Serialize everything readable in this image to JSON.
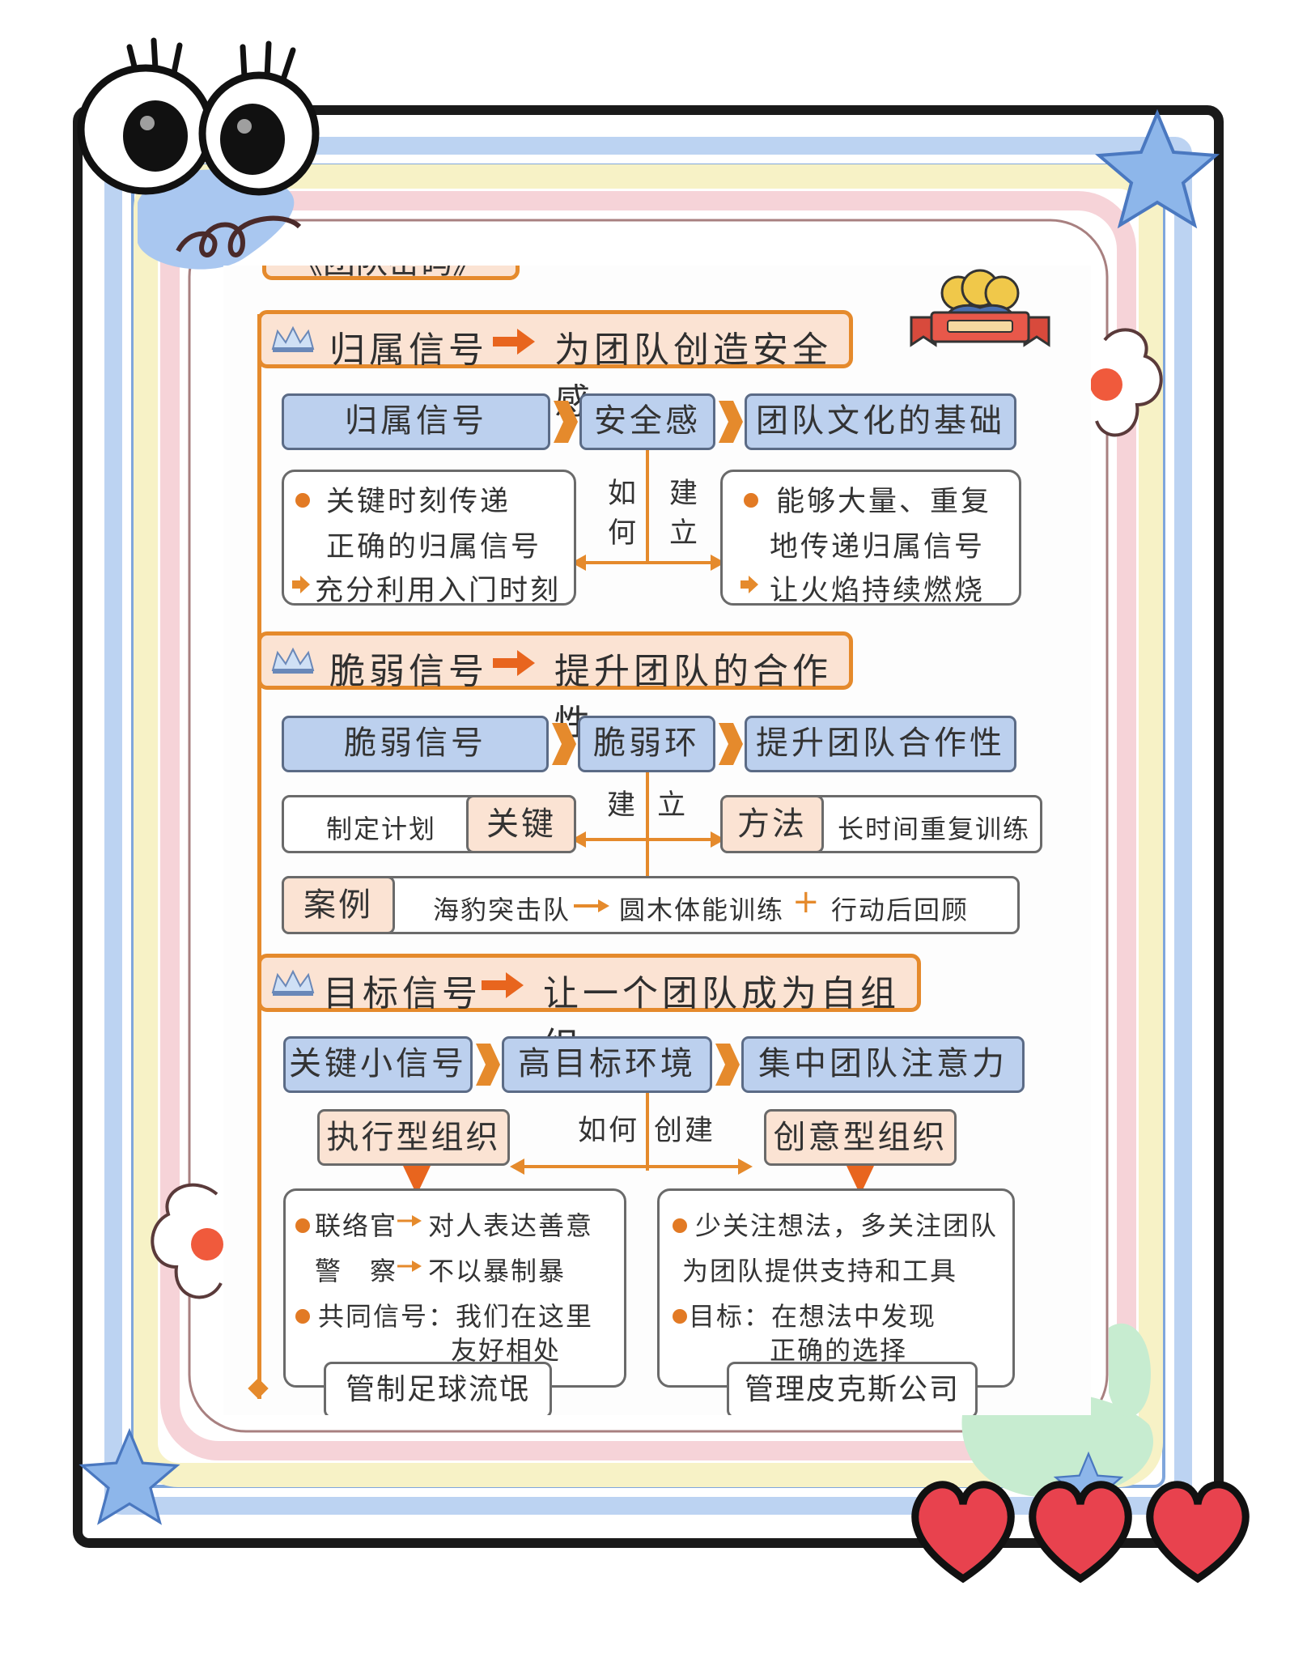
{
  "colors": {
    "accent_orange": "#e58a2c",
    "header_fill": "#fbe3d3",
    "blue_box": "#bcd0ee",
    "heart_red": "#e8424e",
    "star_blue": "#8db6ea"
  },
  "top_header_partial": "《团队密码》",
  "section1": {
    "header_left": "归属信号",
    "header_right": "为团队创造安全感",
    "flow": [
      "归属信号",
      "安全感",
      "团队文化的基础"
    ],
    "center_left": "如何",
    "center_right": "建立",
    "left_points": [
      "关键时刻传递",
      "正确的归属信号",
      "充分利用入门时刻"
    ],
    "right_points": [
      "能够大量、重复",
      "地传递归属信号",
      "让火焰持续燃烧"
    ]
  },
  "section2": {
    "header_left": "脆弱信号",
    "header_right": "提升团队的合作性",
    "flow": [
      "脆弱信号",
      "脆弱环",
      "提升团队合作性"
    ],
    "center_label": "建 立",
    "left_text": "制定计划",
    "left_tag": "关键",
    "right_tag": "方法",
    "right_text": "长时间重复训练",
    "case_tag": "案例",
    "case_items": [
      "海豹突击队",
      "圆木体能训练",
      "+",
      "行动后回顾"
    ]
  },
  "section3": {
    "header_left": "目标信号",
    "header_right": "让一个团队成为自组织",
    "flow": [
      "关键小信号",
      "高目标环境",
      "集中团队注意力"
    ],
    "center_left": "如何",
    "center_right": "创建",
    "left_type": "执行型组织",
    "right_type": "创意型组织",
    "left_points": [
      "联络官",
      "对人表达善意",
      "警　察",
      "不以暴制暴",
      "共同信号：我们在这里",
      "友好相处"
    ],
    "left_example": "管制足球流氓",
    "right_points": [
      "少关注想法，多关注团队",
      "为团队提供支持和工具",
      "目标：在想法中发现",
      "正确的选择"
    ],
    "right_example": "管理皮克斯公司"
  }
}
